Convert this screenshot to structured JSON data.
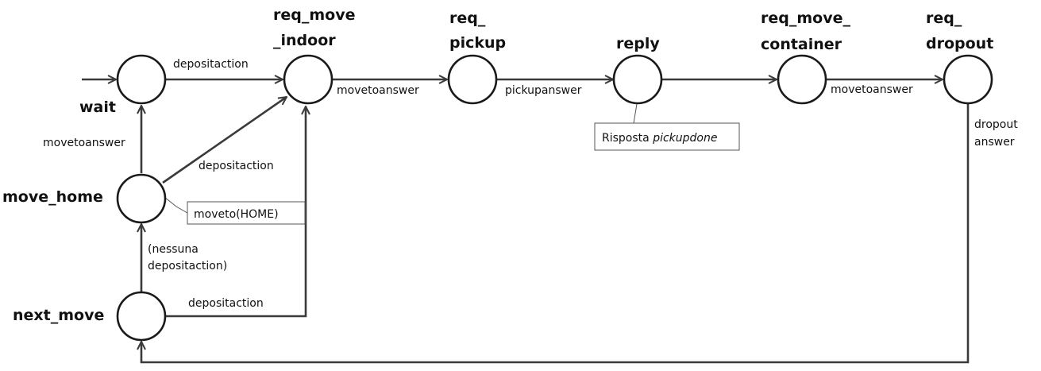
{
  "states": {
    "wait": "wait",
    "req_move_indoor_1": "req_move",
    "req_move_indoor_2": "_indoor",
    "req_pickup_1": "req_",
    "req_pickup_2": "pickup",
    "reply": "reply",
    "req_move_container_1": "req_move_",
    "req_move_container_2": "container",
    "req_dropout_1": "req_",
    "req_dropout_2": "dropout",
    "move_home": "move_home",
    "next_move": "next_move"
  },
  "transitions": {
    "wait_to_indoor": "depositaction",
    "indoor_to_pickup": "movetoanswer",
    "pickup_to_reply": "pickupanswer",
    "container_to_dropout": "movetoanswer",
    "dropout_to_next_1": "dropout",
    "dropout_to_next_2": "answer",
    "home_to_wait": "movetoanswer",
    "home_to_indoor": "depositaction",
    "next_to_home_1": "(nessuna",
    "next_to_home_2": "depositaction)",
    "next_to_indoor": "depositaction"
  },
  "notes": {
    "reply_note_prefix": "Risposta ",
    "reply_note_italic": "pickupdone",
    "home_note": "moveto(HOME)"
  }
}
